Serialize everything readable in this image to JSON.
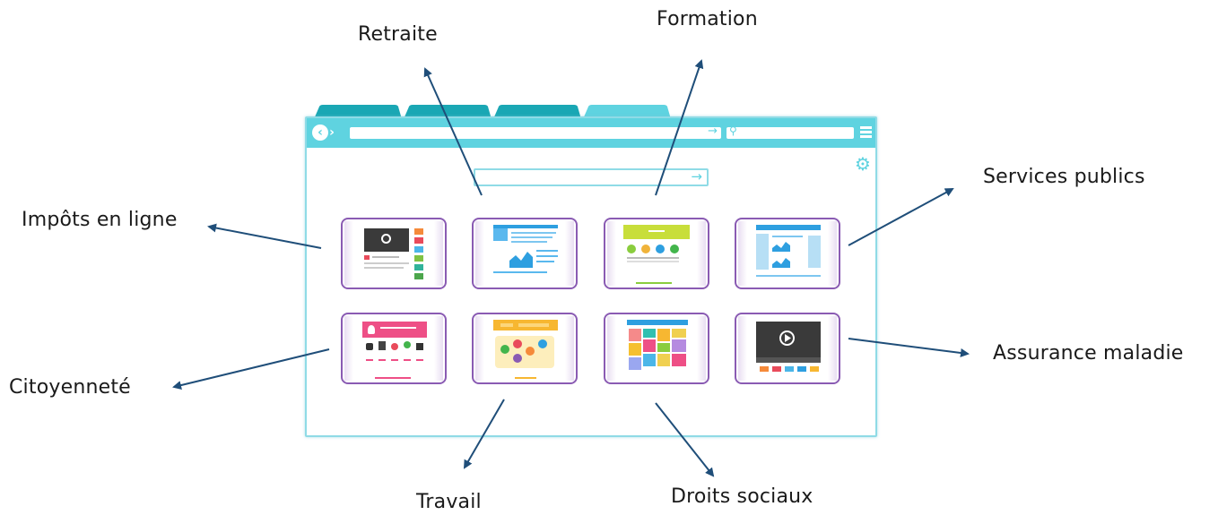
{
  "labels": {
    "retraite": "Retraite",
    "formation": "Formation",
    "services_publics": "Services publics",
    "impots": "Impôts en ligne",
    "citoyennete": "Citoyenneté",
    "assurance_maladie": "Assurance maladie",
    "travail": "Travail",
    "droits_sociaux": "Droits sociaux"
  },
  "colors": {
    "arrow": "#1f4e79",
    "browser_accent": "#5fd3e0",
    "tile_border": "#8a5bb3"
  },
  "icons": {
    "back": "chevron-left-icon",
    "forward": "chevron-right-icon",
    "go": "arrow-right-icon",
    "search": "search-icon",
    "menu": "hamburger-menu-icon",
    "settings": "gear-icon"
  }
}
